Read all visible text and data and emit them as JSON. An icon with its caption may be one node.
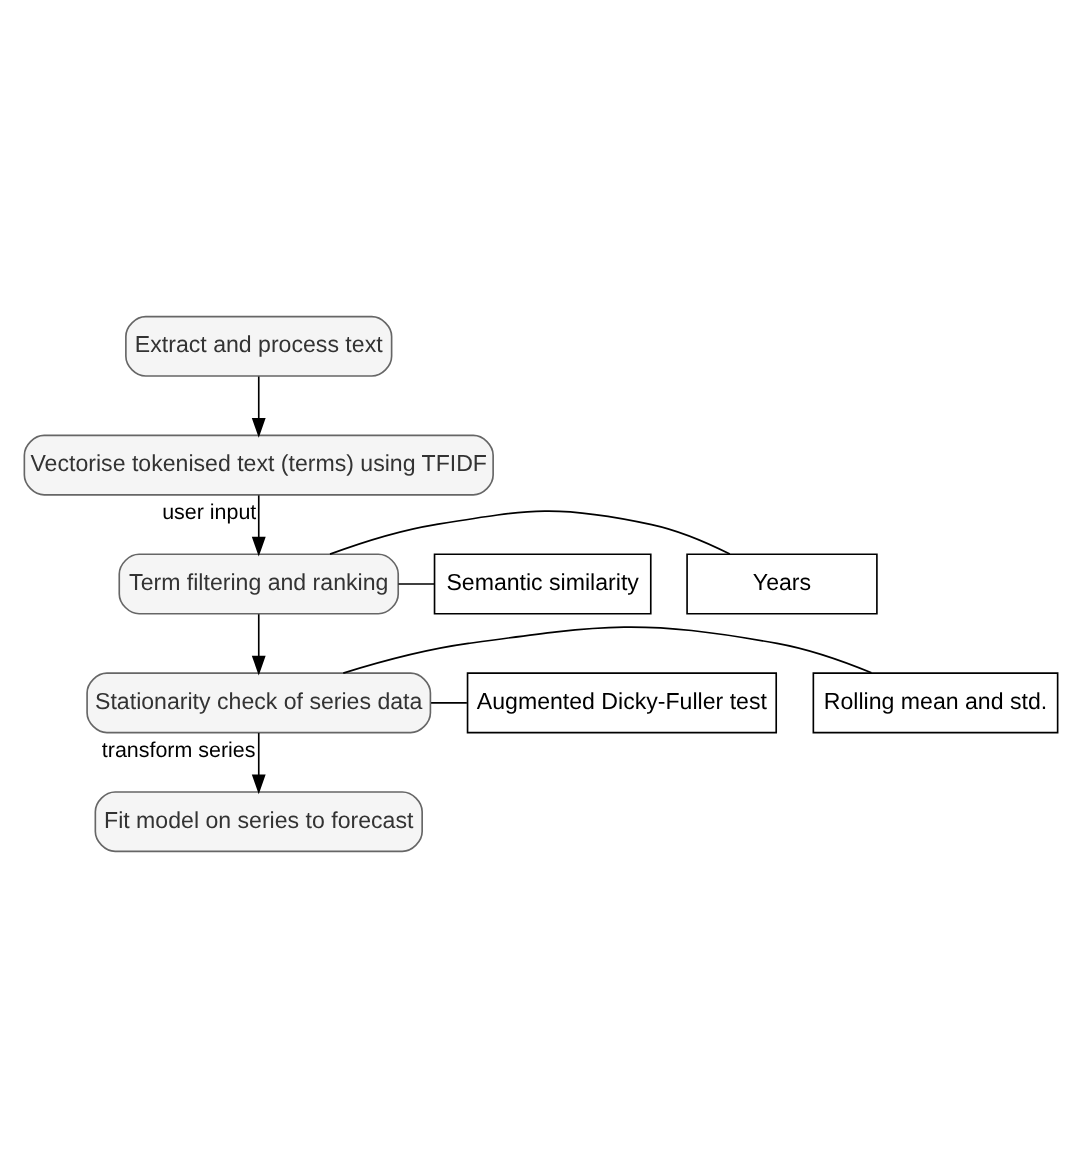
{
  "diagram": {
    "nodes": [
      {
        "text": [
          "Extract and process text"
        ]
      },
      {
        "text": [
          "Vectorise tokenised text (terms) using TFIDF"
        ]
      },
      {
        "text": [
          "Term filtering and ranking"
        ]
      },
      {
        "text": [
          "Years"
        ]
      },
      {
        "text": [
          "Semantic similarity"
        ]
      },
      {
        "text": [
          "Stationarity check of series data"
        ]
      },
      {
        "text": [
          "Rolling mean and std."
        ]
      },
      {
        "text": [
          "Augmented Dicky-Fuller test"
        ]
      },
      {
        "text": [
          "Fit model on series to forecast"
        ]
      }
    ],
    "edges": [
      {
        "from": 0,
        "to": 1,
        "arrow": "to"
      },
      {
        "from": 1,
        "to": 2,
        "arrow": "to",
        "label": "user input"
      },
      {
        "from": 2,
        "to": 3,
        "arrow": "none"
      },
      {
        "from": 2,
        "to": 4,
        "arrow": "none"
      },
      {
        "from": 2,
        "to": 5,
        "arrow": "to"
      },
      {
        "from": 5,
        "to": 6,
        "arrow": "none"
      },
      {
        "from": 5,
        "to": 7,
        "arrow": "none"
      },
      {
        "from": 5,
        "to": 8,
        "arrow": "to",
        "label": "transform series"
      }
    ]
  }
}
